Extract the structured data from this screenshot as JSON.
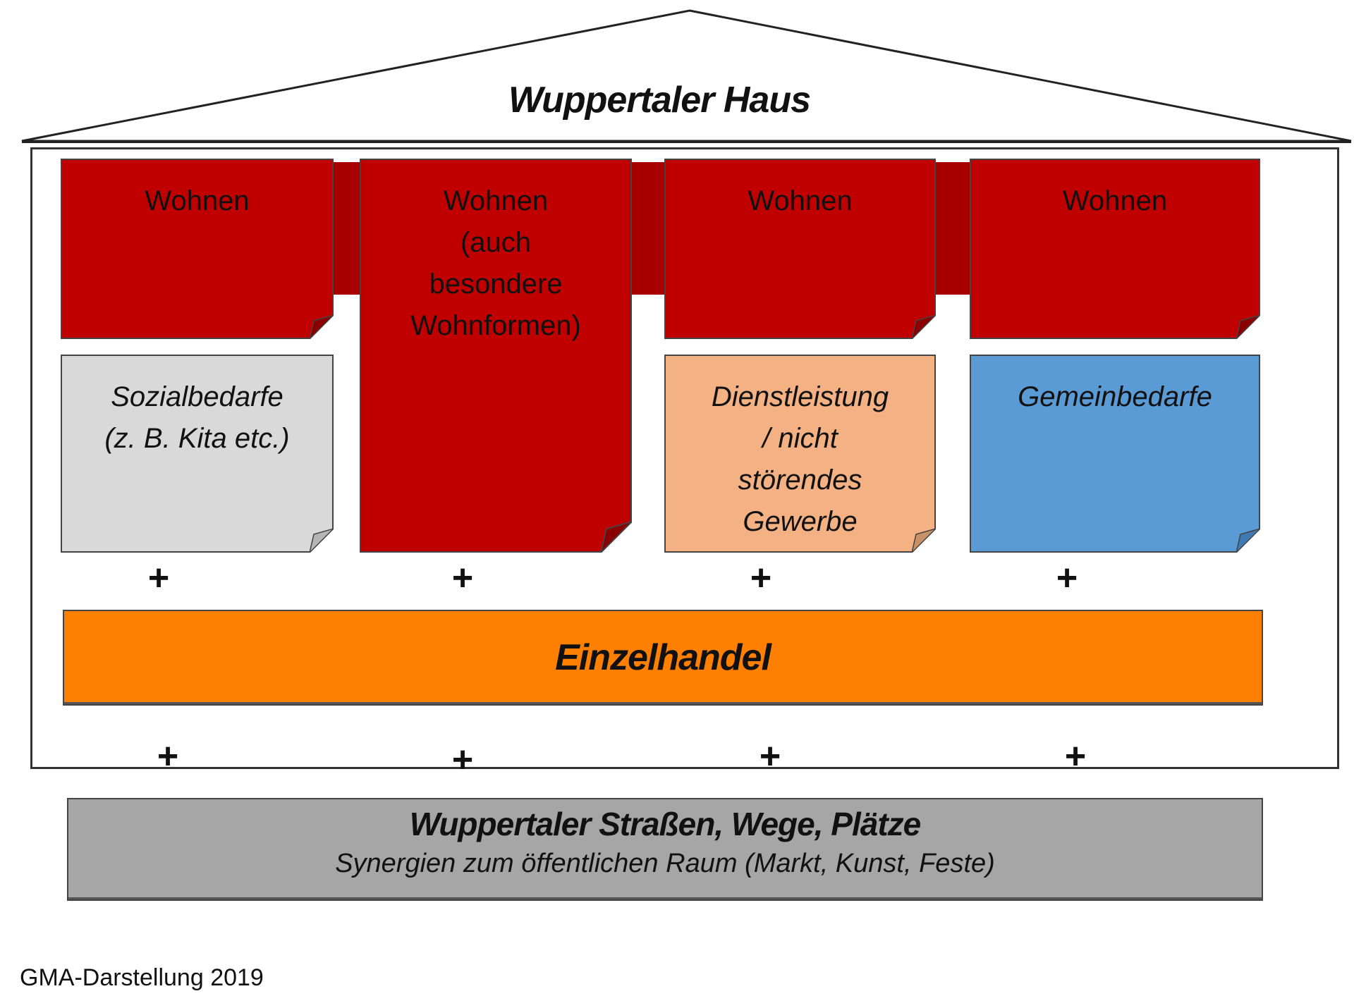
{
  "title": "Wuppertaler Haus",
  "top_row": [
    {
      "lines": [
        "Wohnen"
      ]
    },
    {
      "lines": [
        "Wohnen",
        "(auch",
        "besondere",
        "Wohnformen)"
      ]
    },
    {
      "lines": [
        "Wohnen"
      ]
    },
    {
      "lines": [
        "Wohnen"
      ]
    }
  ],
  "middle_row": [
    {
      "lines": [
        "Sozialbedarfe",
        "(z. B. Kita etc.)"
      ],
      "color": "#D9D9D9"
    },
    {
      "lines": [
        "Dienstleistung",
        "/ nicht",
        "störendes",
        "Gewerbe"
      ],
      "color": "#F4B183"
    },
    {
      "lines": [
        "Gemeinbedarfe"
      ],
      "color": "#5B9BD5"
    }
  ],
  "plus_sign": "+",
  "retail": "Einzelhandel",
  "street": {
    "title": "Wuppertaler Straßen, Wege, Plätze",
    "subtitle": "Synergien zum öffentlichen Raum (Markt, Kunst, Feste)"
  },
  "caption": "GMA-Darstellung 2019",
  "colors": {
    "wohnen": "#C00000",
    "band": "#A80000",
    "retail": "#FF8000",
    "street": "#A6A6A6"
  }
}
